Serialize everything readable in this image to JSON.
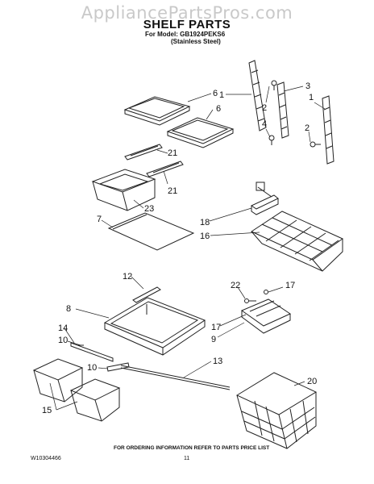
{
  "watermark": "AppliancePartsPros.com",
  "title": "SHELF PARTS",
  "model_line": "For Model: GB1924PEKS6",
  "finish_line": "(Stainless Steel)",
  "callouts": {
    "c6a": "6",
    "c6b": "6",
    "c1a": "1",
    "c2a": "2",
    "c4": "4",
    "c3": "3",
    "c1b": "1",
    "c2b": "2",
    "c21a": "21",
    "c21b": "21",
    "c23": "23",
    "c7": "7",
    "c18": "18",
    "c16": "16",
    "c12": "12",
    "c8": "8",
    "c22": "22",
    "c17a": "17",
    "c17b": "17",
    "c9": "9",
    "c14": "14",
    "c10a": "10",
    "c10b": "10",
    "c13": "13",
    "c15": "15",
    "c20": "20"
  },
  "footer": {
    "ordering_note": "FOR ORDERING INFORMATION REFER TO PARTS PRICE LIST",
    "doc_number": "W10304466",
    "page_number": "11"
  }
}
